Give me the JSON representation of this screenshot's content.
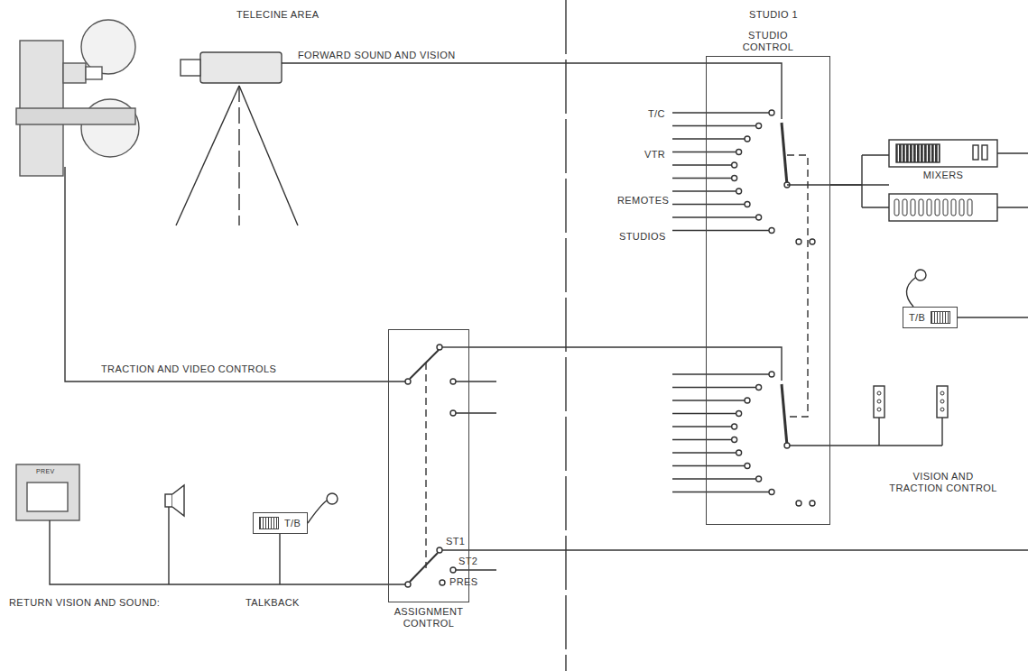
{
  "diagram": {
    "nodes": [
      {
        "text": [
          "STUDIO CONTROL"
        ]
      },
      {
        "text": [
          "ASSIGNMENT CONTROL"
        ]
      },
      {
        "text": [
          "MIXERS"
        ]
      },
      {
        "text": [
          "T/B"
        ]
      },
      {
        "text": [
          "T/B"
        ]
      }
    ],
    "edges": [
      {
        "from": 0,
        "to": 2,
        "arrow": "none"
      },
      {
        "from": 1,
        "to": 0,
        "arrow": "none"
      }
    ],
    "labels": [
      "TELECINE AREA",
      "STUDIO 1",
      "FORWARD SOUND AND VISION",
      "T/C",
      "VTR",
      "REMOTES",
      "STUDIOS",
      "TRACTION AND VIDEO CONTROLS",
      "VISION AND TRACTION CONTROL",
      "PREV",
      "RETURN VISION AND SOUND:",
      "TALKBACK",
      "ST1",
      "ST2",
      "PRES"
    ]
  }
}
